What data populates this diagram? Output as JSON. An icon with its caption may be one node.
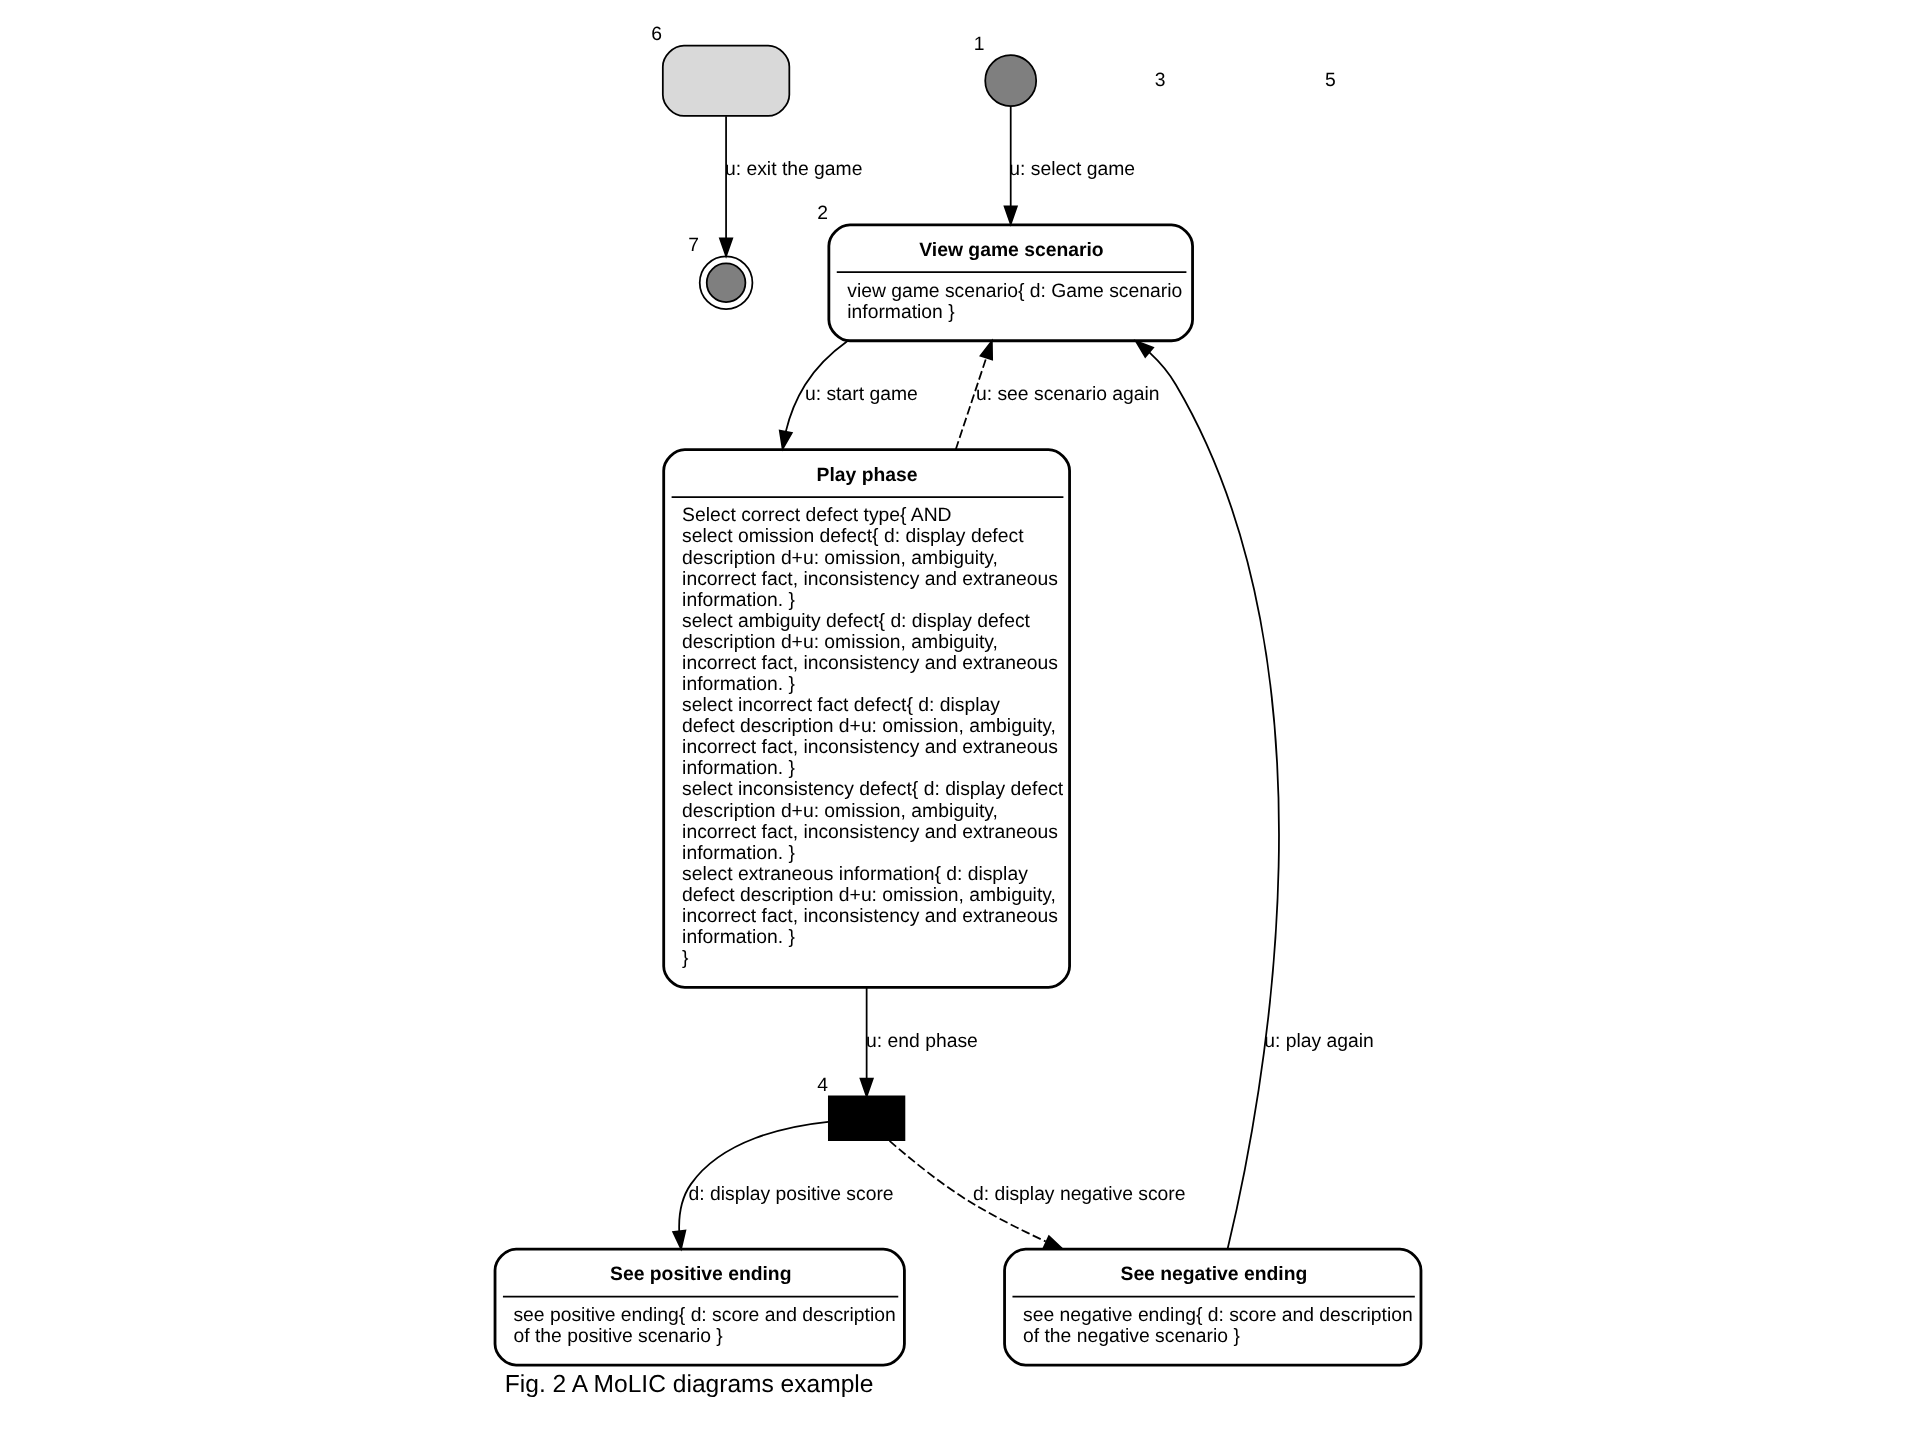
{
  "diagram": {
    "caption": "Fig. 2 A MoLIC diagrams example",
    "nodes": [
      {
        "text": [],
        "shape": "box",
        "beside": [
          "6"
        ]
      },
      {
        "text": [],
        "shape": "circle",
        "beside": [
          "7"
        ]
      },
      {
        "text": [],
        "shape": "circle",
        "beside": [
          "1"
        ]
      },
      {
        "text": [
          "View game scenario",
          "view game scenario{ d: Game scenario information }"
        ],
        "beside": [
          "2"
        ]
      },
      {
        "text": [
          "Play phase",
          "Select correct defect type{ AND",
          "select omission defect{ d: display defect description d+u: omission, ambiguity, incorrect fact, inconsistency and extraneous information. }",
          "select ambiguity defect{ d: display defect description d+u: omission, ambiguity, incorrect fact, inconsistency and extraneous information. }",
          "select incorrect fact defect{ d: display defect description d+u: omission, ambiguity, incorrect fact, inconsistency and extraneous information. }",
          "select inconsistency defect{ d: display defect description d+u: omission, ambiguity, incorrect fact, inconsistency and extraneous information. }",
          "select extraneous information{ d: display defect description d+u: omission, ambiguity, incorrect fact, inconsistency and extraneous information. }",
          "}"
        ]
      },
      {
        "text": [
          "See negative ending",
          "see negative ending{ d: score and description of the negative scenario }"
        ]
      },
      {
        "text": [],
        "shape": "box",
        "beside": [
          "4"
        ]
      },
      {
        "text": [
          "See positive ending",
          "see positive ending{ d: score and description of the positive scenario }"
        ]
      }
    ],
    "edges": [
      {
        "from": 0,
        "to": 1,
        "arrow": "to",
        "label": "u: exit the game"
      },
      {
        "from": 2,
        "to": 3,
        "arrow": "to",
        "label": "u: select game"
      },
      {
        "from": 3,
        "to": 4,
        "arrow": "to",
        "label": "u: start game"
      },
      {
        "from": 4,
        "to": 3,
        "arrow": "to",
        "label": "u: see scenario again",
        "style": "dashed"
      },
      {
        "from": 5,
        "to": 3,
        "arrow": "to",
        "label": "u: play again"
      },
      {
        "from": 4,
        "to": 6,
        "arrow": "to",
        "label": "u: end phase"
      },
      {
        "from": 6,
        "to": 5,
        "arrow": "to",
        "label": "d: display negative score",
        "style": "dashed"
      },
      {
        "from": 6,
        "to": 7,
        "arrow": "to",
        "label": "d: display positive score"
      }
    ],
    "labels": [
      "3",
      "5"
    ]
  }
}
